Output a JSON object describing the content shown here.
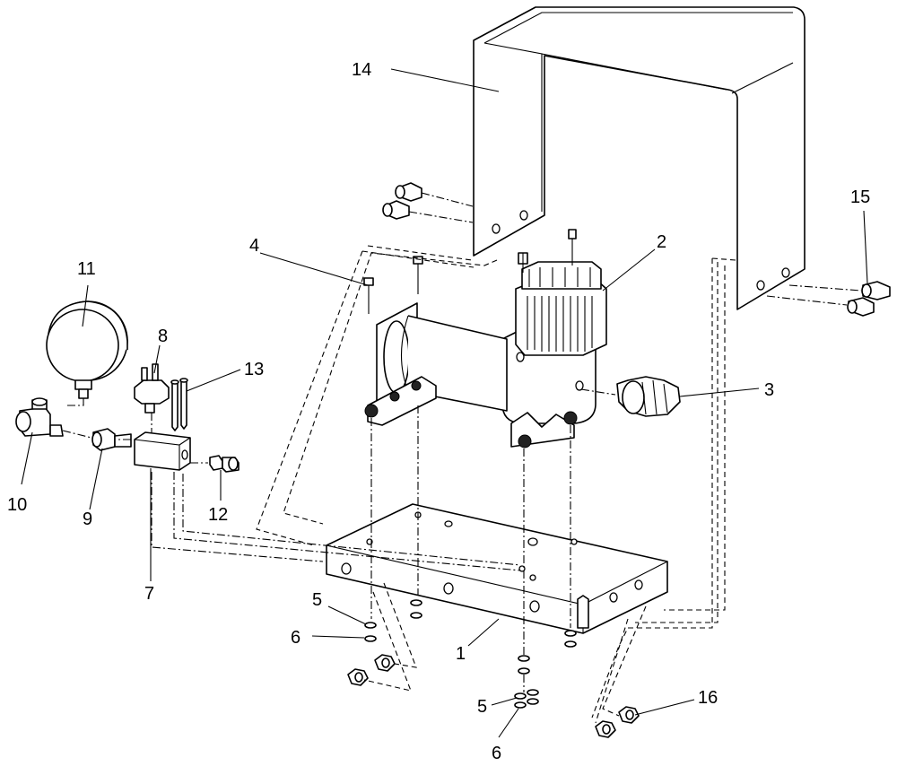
{
  "callouts": {
    "c1": "1",
    "c2": "2",
    "c3": "3",
    "c4": "4",
    "c5a": "5",
    "c5b": "5",
    "c6a": "6",
    "c6b": "6",
    "c7": "7",
    "c8": "8",
    "c9": "9",
    "c10": "10",
    "c11": "11",
    "c12": "12",
    "c13": "13",
    "c14": "14",
    "c15": "15",
    "c16": "16"
  },
  "colors": {
    "line": "#000000",
    "background": "#ffffff"
  }
}
